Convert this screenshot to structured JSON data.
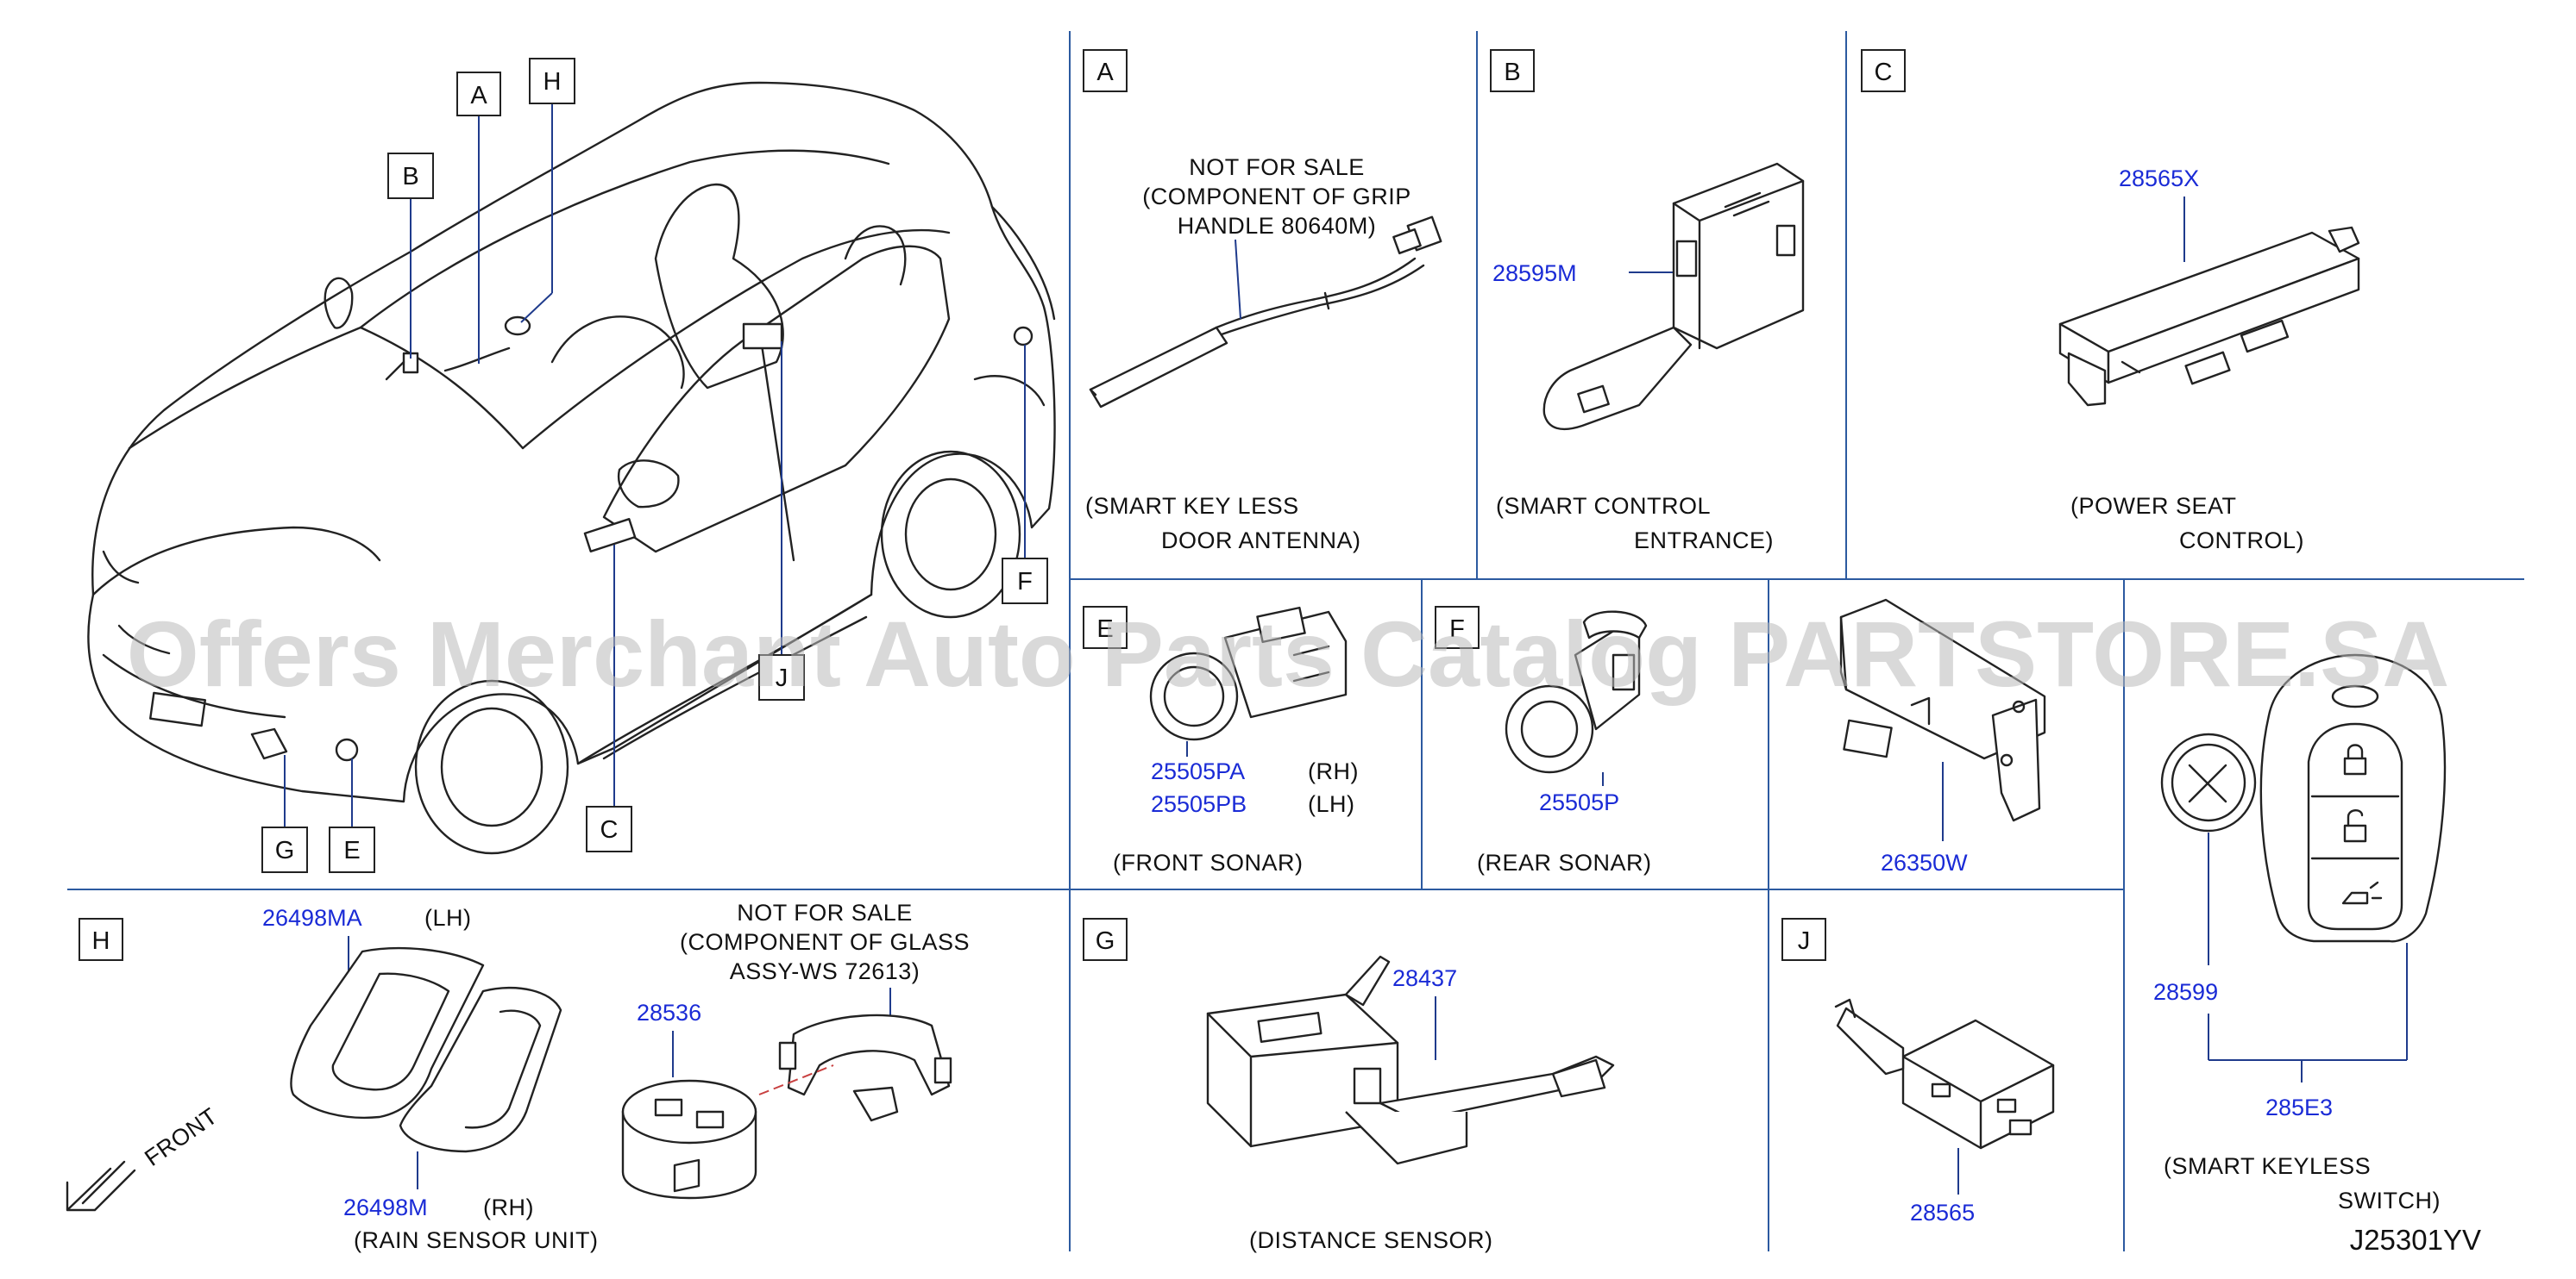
{
  "diagram_code": "J25301YV",
  "watermark": "Offers Merchant Auto Parts Catalog PARTSTORE.SA",
  "front_arrow": "FRONT",
  "callouts": [
    "A",
    "H",
    "B",
    "F",
    "J",
    "G",
    "E",
    "C"
  ],
  "sections": {
    "A": {
      "letter": "A",
      "note": [
        "NOT FOR SALE",
        "(COMPONENT OF GRIP",
        "HANDLE 80640M)"
      ],
      "caption": [
        "(SMART KEY LESS",
        "DOOR ANTENNA)"
      ]
    },
    "B": {
      "letter": "B",
      "part": "28595M",
      "caption": [
        "(SMART CONTROL",
        "ENTRANCE)"
      ]
    },
    "C": {
      "letter": "C",
      "part": "28565X",
      "caption": [
        "(POWER SEAT",
        "CONTROL)"
      ]
    },
    "E": {
      "letter": "E",
      "parts": [
        {
          "number": "25505PA",
          "side": "(RH)"
        },
        {
          "number": "25505PB",
          "side": "(LH)"
        }
      ],
      "caption": "(FRONT SONAR)"
    },
    "F": {
      "letter": "F",
      "part": "25505P",
      "caption": "(REAR SONAR)"
    },
    "unlabeled": {
      "part": "26350W"
    },
    "key": {
      "parts": [
        "28599",
        "285E3"
      ],
      "caption": [
        "(SMART KEYLESS",
        "SWITCH)"
      ]
    },
    "H": {
      "letter": "H",
      "parts": [
        {
          "number": "26498MA",
          "side": "(LH)"
        },
        {
          "number": "26498M",
          "side": "(RH)"
        },
        {
          "number": "28536",
          "side": ""
        }
      ],
      "note": [
        "NOT FOR SALE",
        "(COMPONENT OF GLASS",
        "ASSY-WS 72613)"
      ],
      "caption": "(RAIN SENSOR UNIT)"
    },
    "G": {
      "letter": "G",
      "part": "28437",
      "caption": "(DISTANCE SENSOR)"
    },
    "J": {
      "letter": "J",
      "part": "28565"
    }
  }
}
